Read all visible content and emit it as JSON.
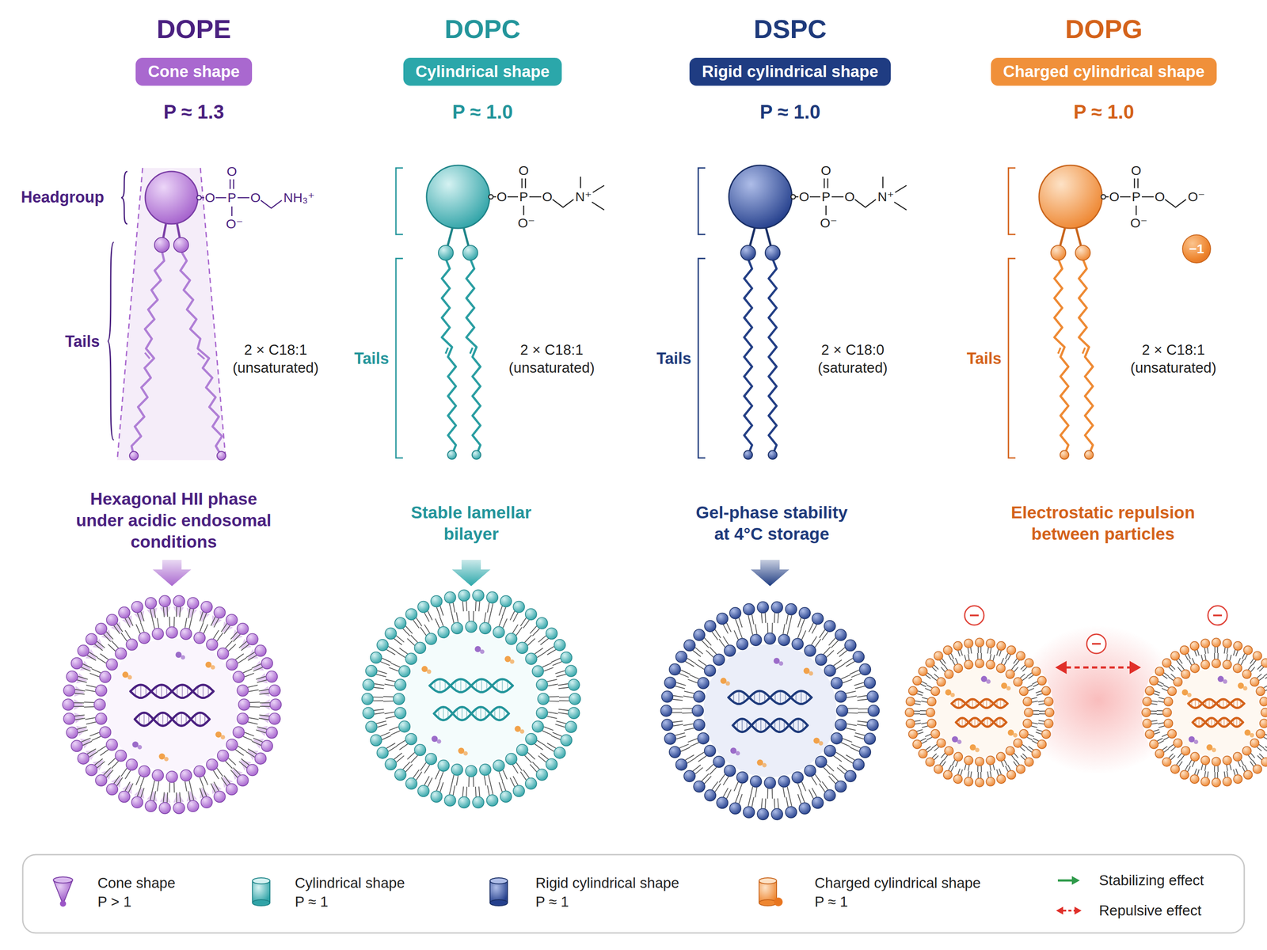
{
  "diagram": {
    "nodes": [
      {
        "text": [
          "Cone shape"
        ]
      },
      {
        "text": [
          "Cylindrical shape"
        ]
      },
      {
        "text": [
          "Rigid cylindrical shape"
        ]
      },
      {
        "text": [
          "Charged cylindrical shape"
        ]
      },
      {
        "text": [
          "−1"
        ]
      }
    ],
    "labels": [
      "DOPE",
      "P ≈ 1.3",
      "Headgroup",
      "O",
      "O",
      "P",
      "O",
      "O⁻",
      "NH₃⁺",
      "Tails",
      "2 × C18:1 (unsaturated)",
      "Hexagonal HII phase under acidic endosomal conditions",
      "DOPC",
      "P ≈ 1.0",
      "O",
      "O",
      "P",
      "O",
      "O⁻",
      "N⁺",
      "Tails",
      "2 × C18:1 (unsaturated)",
      "Stable lamellar bilayer",
      "DSPC",
      "P ≈ 1.0",
      "O",
      "O",
      "P",
      "O",
      "O⁻",
      "N⁺",
      "Tails",
      "2 × C18:0 (saturated)",
      "Gel-phase stability at 4°C storage",
      "DOPG",
      "P ≈ 1.0",
      "O",
      "O",
      "P",
      "O",
      "O⁻",
      "O⁻",
      "Tails",
      "2 × C18:1 (unsaturated)",
      "Electrostatic repulsion between particles"
    ],
    "legend": [
      {
        "text": "Cone shape P > 1"
      },
      {
        "text": "Cylindrical shape P ≈ 1"
      },
      {
        "text": "Rigid cylindrical shape P ≈ 1"
      },
      {
        "text": "Charged cylindrical shape P ≈ 1"
      },
      {
        "text": "Stabilizing effect"
      },
      {
        "text": "Repulsive effect"
      }
    ]
  }
}
